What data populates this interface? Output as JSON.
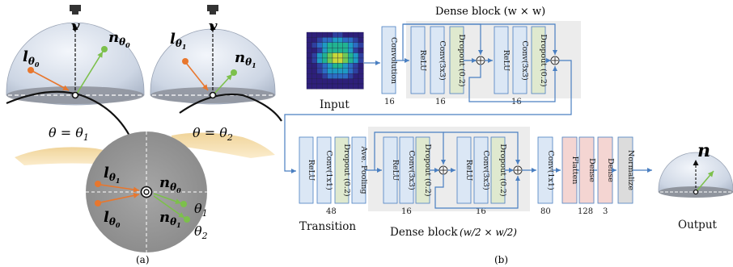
{
  "panel_a": {
    "v_label": "v",
    "l_theta0": "l",
    "l_theta0_sub": "θ",
    "l_theta0_subsub": "0",
    "n_theta0": "n",
    "n_theta0_sub": "θ",
    "n_theta0_subsub": "0",
    "l_theta1": "l",
    "l_theta1_sub": "θ",
    "l_theta1_subsub": "1",
    "n_theta1": "n",
    "n_theta1_sub": "θ",
    "n_theta1_subsub": "1",
    "eq1": "θ = θ",
    "eq1_sub": "1",
    "eq2": "θ = θ",
    "eq2_sub": "2",
    "theta1_label": "θ",
    "theta1_sub": "1",
    "theta2_label": "θ",
    "theta2_sub": "2",
    "caption": "(a)"
  },
  "panel_b": {
    "dense_block_top_title": "Dense block (w × w)",
    "input_label": "Input",
    "output_label": "Output",
    "transition_label": "Transition",
    "dense_block_bottom_title": "Dense block",
    "dense_block_bottom_frac": "(w/2 × w/2)",
    "n_label": "n",
    "caption": "(b)",
    "top_row": {
      "convolution": "Convolution",
      "conv_num": "16",
      "relu1": "ReLU",
      "conv3x3_1": "Conv(3x3)",
      "dropout1": "Dropout (0.2)",
      "num1": "16",
      "relu2": "ReLU",
      "conv3x3_2": "Conv(3x3)",
      "dropout2": "Dropout (0.2)",
      "num2": "16"
    },
    "bottom_row": {
      "relu_t": "ReLU",
      "conv1x1_t": "Conv(1x1)",
      "dropout_t": "Dropout (0.2)",
      "avepool": "Ave. Pooling",
      "num_t": "48",
      "relu1": "ReLU",
      "conv3x3_1": "Conv(3x3)",
      "dropout1": "Dropout (0.2)",
      "num1": "16",
      "relu2": "ReLU",
      "conv3x3_2": "Conv(3x3)",
      "dropout2": "Dropout (0.2)",
      "num2": "16",
      "conv1x1_out": "Conv(1x1)",
      "num_out1": "80",
      "flatten": "Flatten",
      "dense1": "Dense",
      "num_out2": "128",
      "dense2": "Dense",
      "num_out3": "3",
      "normalize": "Normalize"
    },
    "colors": {
      "blue_box": "#dbe7f5",
      "green_box": "#dfe9cf",
      "pink_box": "#f4d5d2",
      "gray_box": "#dcdcdc",
      "arrow": "#4a7fc1",
      "block_bg": "#ececec"
    }
  }
}
